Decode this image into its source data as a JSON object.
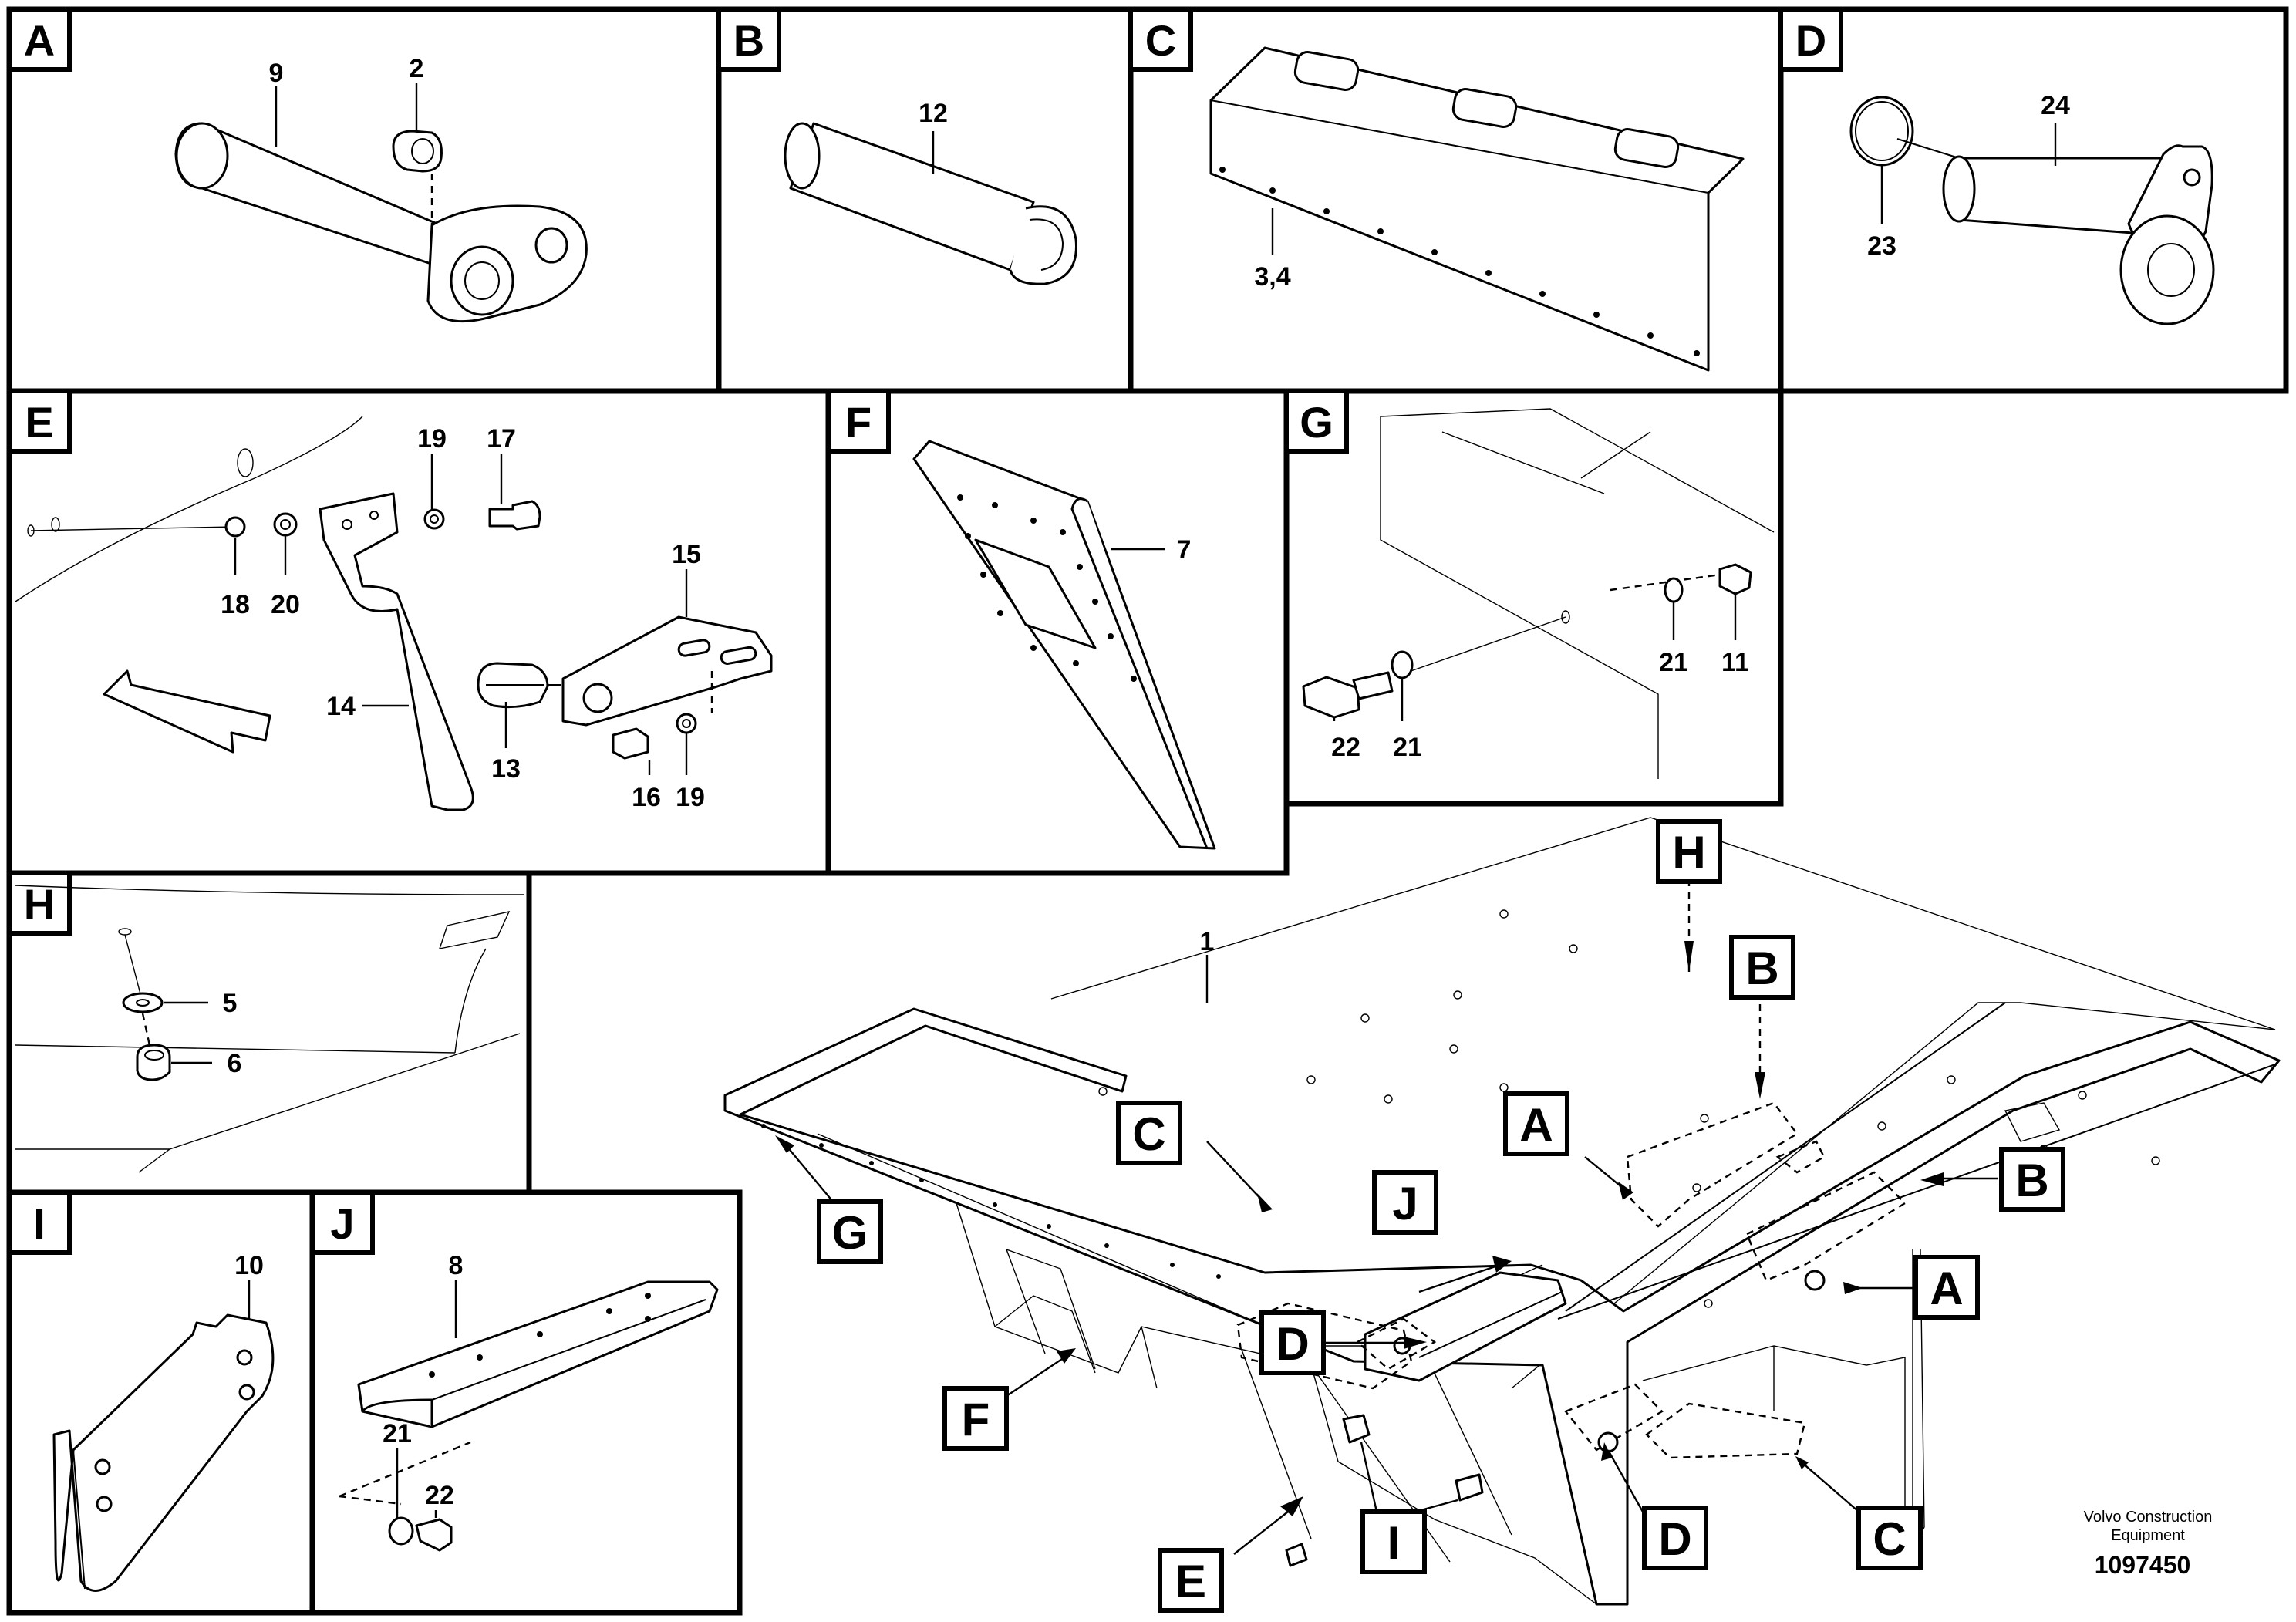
{
  "panels": {
    "A": {
      "letter": "A",
      "labels": {
        "pin": "9",
        "nipple": "2"
      }
    },
    "B": {
      "letter": "B",
      "labels": {
        "pin": "12"
      }
    },
    "C": {
      "letter": "C",
      "labels": {
        "plate": "3,4"
      }
    },
    "D": {
      "letter": "D",
      "labels": {
        "pin": "24",
        "ring": "23"
      }
    },
    "E": {
      "letter": "E",
      "labels": {
        "n19a": "19",
        "n17": "17",
        "n18": "18",
        "n20": "20",
        "n15": "15",
        "n14": "14",
        "n13": "13",
        "n16": "16",
        "n19b": "19"
      }
    },
    "F": {
      "letter": "F",
      "labels": {
        "n7": "7"
      }
    },
    "G": {
      "letter": "G",
      "labels": {
        "n21a": "21",
        "n11": "11",
        "n22": "22",
        "n21b": "21"
      }
    },
    "H": {
      "letter": "H",
      "labels": {
        "n5": "5",
        "n6": "6"
      }
    },
    "I": {
      "letter": "I",
      "labels": {
        "n10": "10"
      }
    },
    "J": {
      "letter": "J",
      "labels": {
        "n8": "8",
        "n21": "21",
        "n22": "22"
      }
    }
  },
  "main": {
    "body_label": "1",
    "callouts": {
      "H": "H",
      "B_top": "B",
      "A_left": "A",
      "C_left": "C",
      "J": "J",
      "B_right": "B",
      "G": "G",
      "D_left": "D",
      "A_right": "A",
      "F": "F",
      "D_bottom": "D",
      "C_right": "C",
      "E": "E",
      "I": "I"
    }
  },
  "footer": {
    "company_line1": "Volvo Construction",
    "company_line2": "Equipment",
    "doc_number": "1097450"
  }
}
